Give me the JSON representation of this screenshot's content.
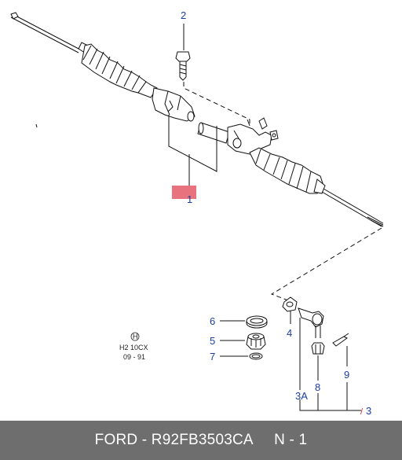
{
  "callouts": {
    "c1": "1",
    "c2": "2",
    "c3": "3",
    "c3a": "3A",
    "c4": "4",
    "c5": "5",
    "c6": "6",
    "c7": "7",
    "c8": "8",
    "c9": "9"
  },
  "drawing_code": {
    "symbol": "H",
    "line1": "H2 10CX",
    "line2": "09 - 91"
  },
  "footer": {
    "text": "FORD - R92FB3503CA     N - 1"
  },
  "colors": {
    "callout_blue": "#1b3fa0",
    "callout_red": "#d12a2a",
    "highlight": "#e8737f",
    "footer_bg": "#6e6e6e",
    "line": "#111111"
  }
}
